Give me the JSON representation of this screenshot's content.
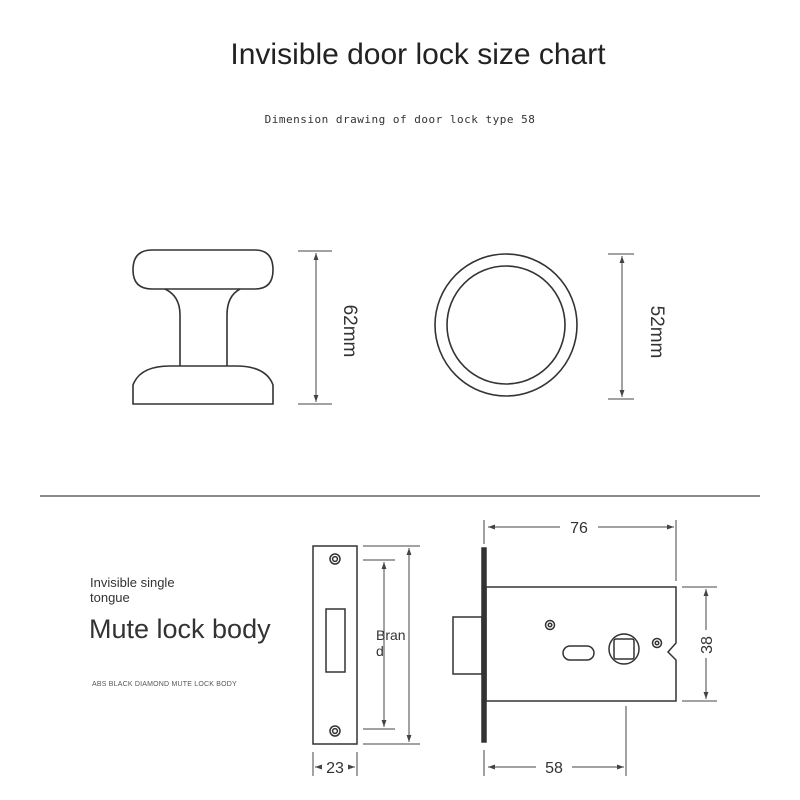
{
  "title": "Invisible door lock size chart",
  "subtitle": "Dimension drawing of door lock type 58",
  "knob": {
    "height_label": "62mm"
  },
  "rosette": {
    "diameter_label": "52mm"
  },
  "lock_body": {
    "caption_small_line1": "Invisible single",
    "caption_small_line2": "tongue",
    "caption_large": "Mute lock body",
    "caption_note": "ABS BLACK DIAMOND MUTE LOCK BODY",
    "brand_line1": "Bran",
    "brand_line2": "d",
    "faceplate_width_label": "23",
    "overall_depth_label": "76",
    "backset_label": "58",
    "body_height_label": "38"
  }
}
